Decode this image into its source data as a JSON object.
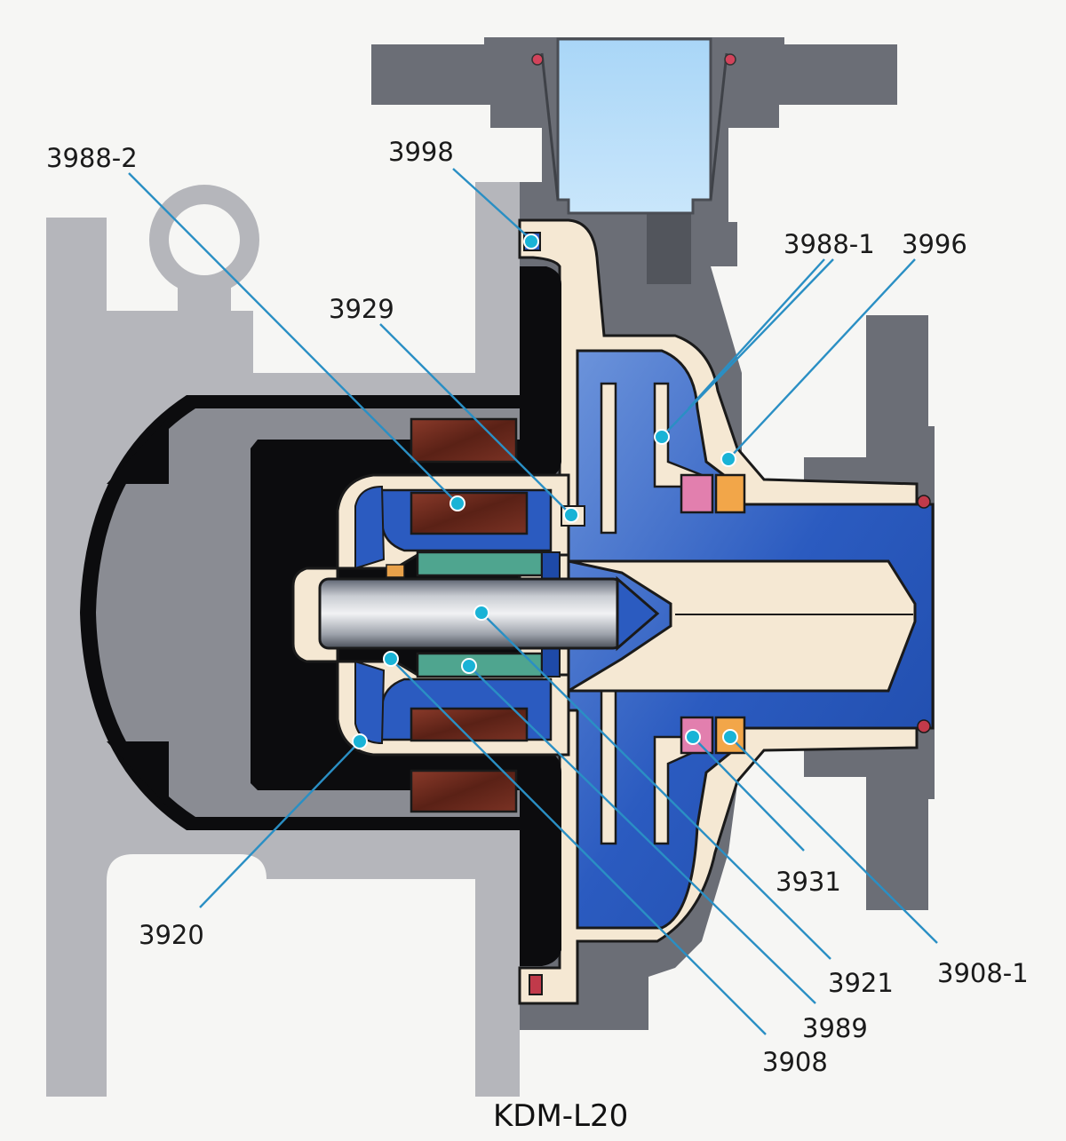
{
  "diagram": {
    "title": "KDM-L20",
    "callouts": [
      {
        "id": "3988-2",
        "label": "3988-2"
      },
      {
        "id": "3998",
        "label": "3998"
      },
      {
        "id": "3929",
        "label": "3929"
      },
      {
        "id": "3988-1",
        "label": "3988-1"
      },
      {
        "id": "3996",
        "label": "3996"
      },
      {
        "id": "3920",
        "label": "3920"
      },
      {
        "id": "3931",
        "label": "3931"
      },
      {
        "id": "3921",
        "label": "3921"
      },
      {
        "id": "3908-1",
        "label": "3908-1"
      },
      {
        "id": "3989",
        "label": "3989"
      },
      {
        "id": "3908",
        "label": "3908"
      }
    ]
  }
}
